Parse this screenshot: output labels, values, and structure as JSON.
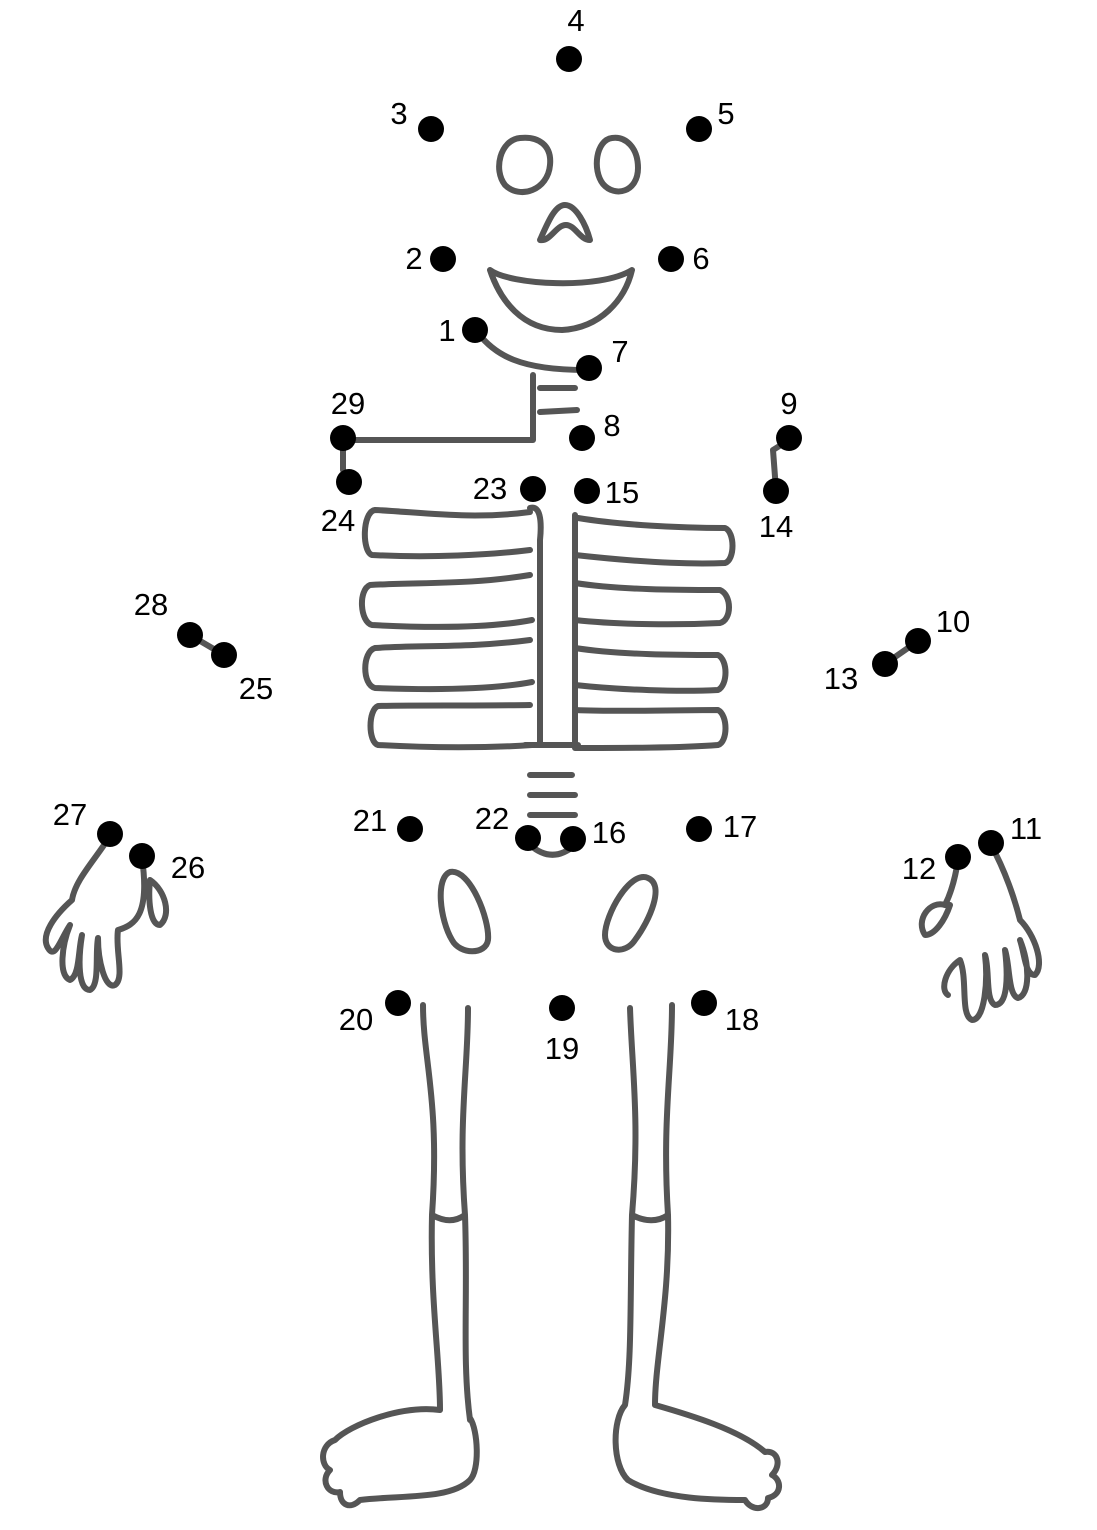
{
  "puzzle": {
    "line_color": "#555555",
    "dot_color": "#000000",
    "dots": [
      {
        "label": "1"
      },
      {
        "label": "2"
      },
      {
        "label": "3"
      },
      {
        "label": "4"
      },
      {
        "label": "5"
      },
      {
        "label": "6"
      },
      {
        "label": "7"
      },
      {
        "label": "8"
      },
      {
        "label": "9"
      },
      {
        "label": "10"
      },
      {
        "label": "11"
      },
      {
        "label": "12"
      },
      {
        "label": "13"
      },
      {
        "label": "14"
      },
      {
        "label": "15"
      },
      {
        "label": "16"
      },
      {
        "label": "17"
      },
      {
        "label": "18"
      },
      {
        "label": "19"
      },
      {
        "label": "20"
      },
      {
        "label": "21"
      },
      {
        "label": "22"
      },
      {
        "label": "23"
      },
      {
        "label": "24"
      },
      {
        "label": "25"
      },
      {
        "label": "26"
      },
      {
        "label": "27"
      },
      {
        "label": "28"
      },
      {
        "label": "29"
      }
    ]
  }
}
